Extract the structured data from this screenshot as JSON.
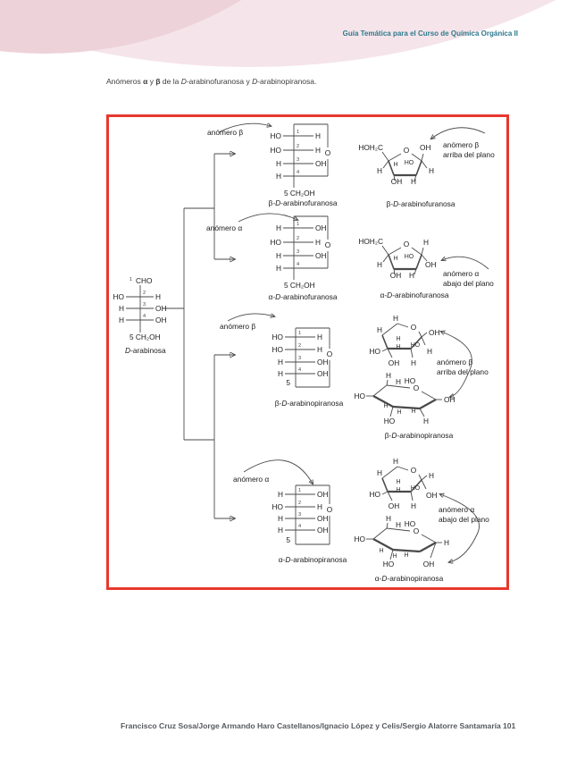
{
  "header": {
    "title": "Guía Temática para el Curso de Química Orgánica II"
  },
  "caption": {
    "t1": "Anómeros ",
    "alpha": "α",
    "t2": " y ",
    "beta": "β",
    "t3": " de la ",
    "d1": "D",
    "t4": "-arabinofuranosa y ",
    "d2": "D",
    "t5": "-arabinopiranosa."
  },
  "footer": {
    "authors": "Francisco Cruz Sosa/Jorge Armando Haro Castellanos/Ignacio López y Celis/Sergio Alatorre Santamaría",
    "page": "101"
  },
  "colors": {
    "accent_red": "#e8372e",
    "header_teal": "#2f7a8e",
    "pink_light": "#f5e4e9",
    "pink_dark": "#edd2da"
  },
  "annotations": {
    "anomero_beta_fur": "anómero β",
    "anomero_alfa_fur": "anómero α",
    "anomero_beta_pyr": "anómero β",
    "anomero_alfa_pyr": "anómero α",
    "plane_beta_fur": {
      "l1": "anómero β",
      "l2": "arriba del plano"
    },
    "plane_alfa_fur": {
      "l1": "anómero α",
      "l2": "abajo del plano"
    },
    "plane_beta_pyr": {
      "l1": "anómero β",
      "l2": "arriba del plano"
    },
    "plane_alfa_pyr": {
      "l1": "anómero α",
      "l2": "abajo del plano"
    }
  },
  "names": {
    "root": {
      "d": "D",
      "rest": "-arabinosa"
    },
    "bf": {
      "g": "β-",
      "d": "D",
      "rest": "-arabinofuranosa"
    },
    "af": {
      "g": "α-",
      "d": "D",
      "rest": "-arabinofuranosa"
    },
    "bp": {
      "g": "β-",
      "d": "D",
      "rest": "-arabinopiranosa"
    },
    "ap": {
      "g": "α-",
      "d": "D",
      "rest": "-arabinopiranosa"
    }
  },
  "root_fischer": {
    "n1": "1",
    "c1": "CHO",
    "l2": "HO",
    "r2": "H",
    "n2": "2",
    "l3": "H",
    "r3": "OH",
    "n3": "3",
    "l4": "H",
    "r4": "OH",
    "n4": "4",
    "c5": "5 CH₂OH"
  },
  "fischer": {
    "bf": {
      "n1": "1",
      "l1": "HO",
      "r1": "H",
      "n2": "2",
      "l2": "HO",
      "r2": "H",
      "n3": "3",
      "l3": "H",
      "r3": "OH",
      "n4": "4",
      "l4": "H",
      "o": "O",
      "c5": "5 CH₂OH"
    },
    "af": {
      "n1": "1",
      "l1": "H",
      "r1": "OH",
      "n2": "2",
      "l2": "HO",
      "r2": "H",
      "n3": "3",
      "l3": "H",
      "r3": "OH",
      "n4": "4",
      "l4": "H",
      "o": "O",
      "c5": "5 CH₂OH"
    },
    "bp": {
      "n1": "1",
      "l1": "HO",
      "r1": "H",
      "n2": "2",
      "l2": "HO",
      "r2": "H",
      "n3": "3",
      "l3": "H",
      "r3": "OH",
      "n4": "4",
      "l4": "H",
      "r4": "OH",
      "o": "O",
      "c5": "5"
    },
    "ap": {
      "n1": "1",
      "l1": "H",
      "r1": "OH",
      "n2": "2",
      "l2": "HO",
      "r2": "H",
      "n3": "3",
      "l3": "H",
      "r3": "OH",
      "n4": "4",
      "l4": "H",
      "r4": "OH",
      "o": "O",
      "c5": "5"
    }
  },
  "haworth": {
    "bf": {
      "ch2": "HOH₂C",
      "o": "O",
      "c1_up": "OH",
      "c1_dn": "H",
      "in_h": "H",
      "in_ho": "HO",
      "c4_dn": "H",
      "c3_dn": "OH",
      "c2_dn": "H"
    },
    "af": {
      "ch2": "HOH₂C",
      "o": "O",
      "c1_up": "H",
      "c1_dn": "OH",
      "in_h": "H",
      "in_ho": "HO",
      "c4_dn": "H",
      "c3_dn": "OH",
      "c2_dn": "H"
    },
    "bp": {
      "c5_up": "H",
      "c4_up": "H",
      "o": "O",
      "c1_up": "OH",
      "c1_dn": "H",
      "in1": "H",
      "in2": "H",
      "in_ho": "HO",
      "ho_left": "HO",
      "c3_dn": "OH",
      "c2_dn": "H"
    },
    "ap": {
      "c5_up": "H",
      "c4_up": "H",
      "o": "O",
      "c1_up": "H",
      "c1_dn": "OH",
      "in1": "H",
      "in2": "H",
      "in_ho": "HO",
      "ho_left": "HO",
      "c3_dn": "OH",
      "c2_dn": "H"
    }
  },
  "chair": {
    "bp": {
      "h1": "H",
      "h2": "H",
      "ho_top": "HO",
      "o": "O",
      "ho_left": "HO",
      "c1_right": "OH",
      "in1": "H",
      "in2": "H",
      "in3": "H",
      "ho_bot": "HO",
      "bot_right": "H"
    },
    "ap": {
      "h1": "H",
      "h2": "H",
      "ho_top": "HO",
      "o": "O",
      "ho_left": "HO",
      "c1_right": "H",
      "in1": "H",
      "in2": "H",
      "in3": "H",
      "ho_bot": "HO",
      "bot_right": "OH"
    }
  }
}
